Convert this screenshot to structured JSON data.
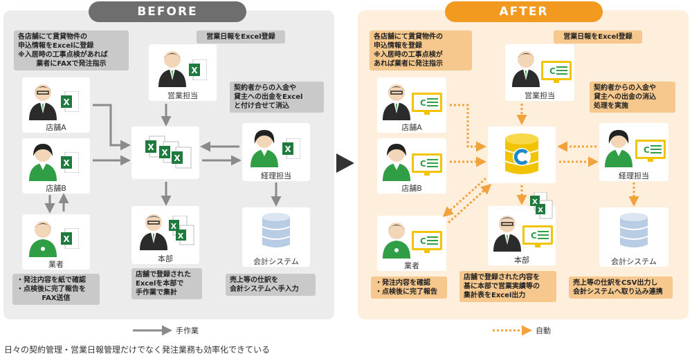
{
  "before": {
    "title": "BEFORE",
    "nodes": {
      "store_a": "店舗A",
      "store_b": "店舗B",
      "vendor": "業者",
      "sales": "営業担当",
      "hq": "本部",
      "accounting": "経理担当",
      "system": "会計システム"
    },
    "notes": {
      "store": [
        "各店舗にて賃貸物件の",
        "申込情報をExcelに登録",
        "※入居時の工事点検があれば",
        "業者にFAXで発注指示"
      ],
      "sales": [
        "営業日報をExcel登録"
      ],
      "accounting": [
        "契約者からの入金や",
        "貸主への出金をExcel",
        "と付け合せて消込"
      ],
      "vendor": [
        "・発注内容を紙で確認",
        "・点検後に完了報告を",
        "FAX送信"
      ],
      "hq": [
        "店舗で登録された",
        "Excelを本部で",
        "手作業で集計"
      ],
      "system": [
        "売上等の仕訳を",
        "会計システムへ手入力"
      ]
    },
    "legend": "手作業"
  },
  "after": {
    "title": "AFTER",
    "nodes": {
      "store_a": "店舗A",
      "store_b": "店舗B",
      "vendor": "業者",
      "sales": "営業担当",
      "hq": "本部",
      "accounting": "経理担当",
      "system": "会計システム"
    },
    "notes": {
      "store": [
        "各店舗にて賃貸物件の",
        "申込情報を登録",
        "※入居時の工事点検が",
        "あれば業者に発注指示"
      ],
      "sales": [
        "営業日報をExcel登録"
      ],
      "accounting": [
        "契約者からの入金や",
        "貸主への出金の消込",
        "処理を実施"
      ],
      "vendor": [
        "・発注内容を確認",
        "・点検後に完了報告"
      ],
      "hq": [
        "店舗で登録された内容を",
        "基に本部で営業実績等の",
        "集計表をExcel出力"
      ],
      "system": [
        "売上等の仕訳をCSV出力し",
        "会計システムへ取り込み連携"
      ]
    },
    "legend": "自動"
  },
  "footer": "日々の契約管理・営業日報管理だけでなく発注業務も効率化できている",
  "colors": {
    "gray_arrow": "#8a8a8a",
    "orange_arrow": "#f2a23a",
    "green_person": "#2f9e44",
    "excel_green": "#1f7a3e"
  }
}
